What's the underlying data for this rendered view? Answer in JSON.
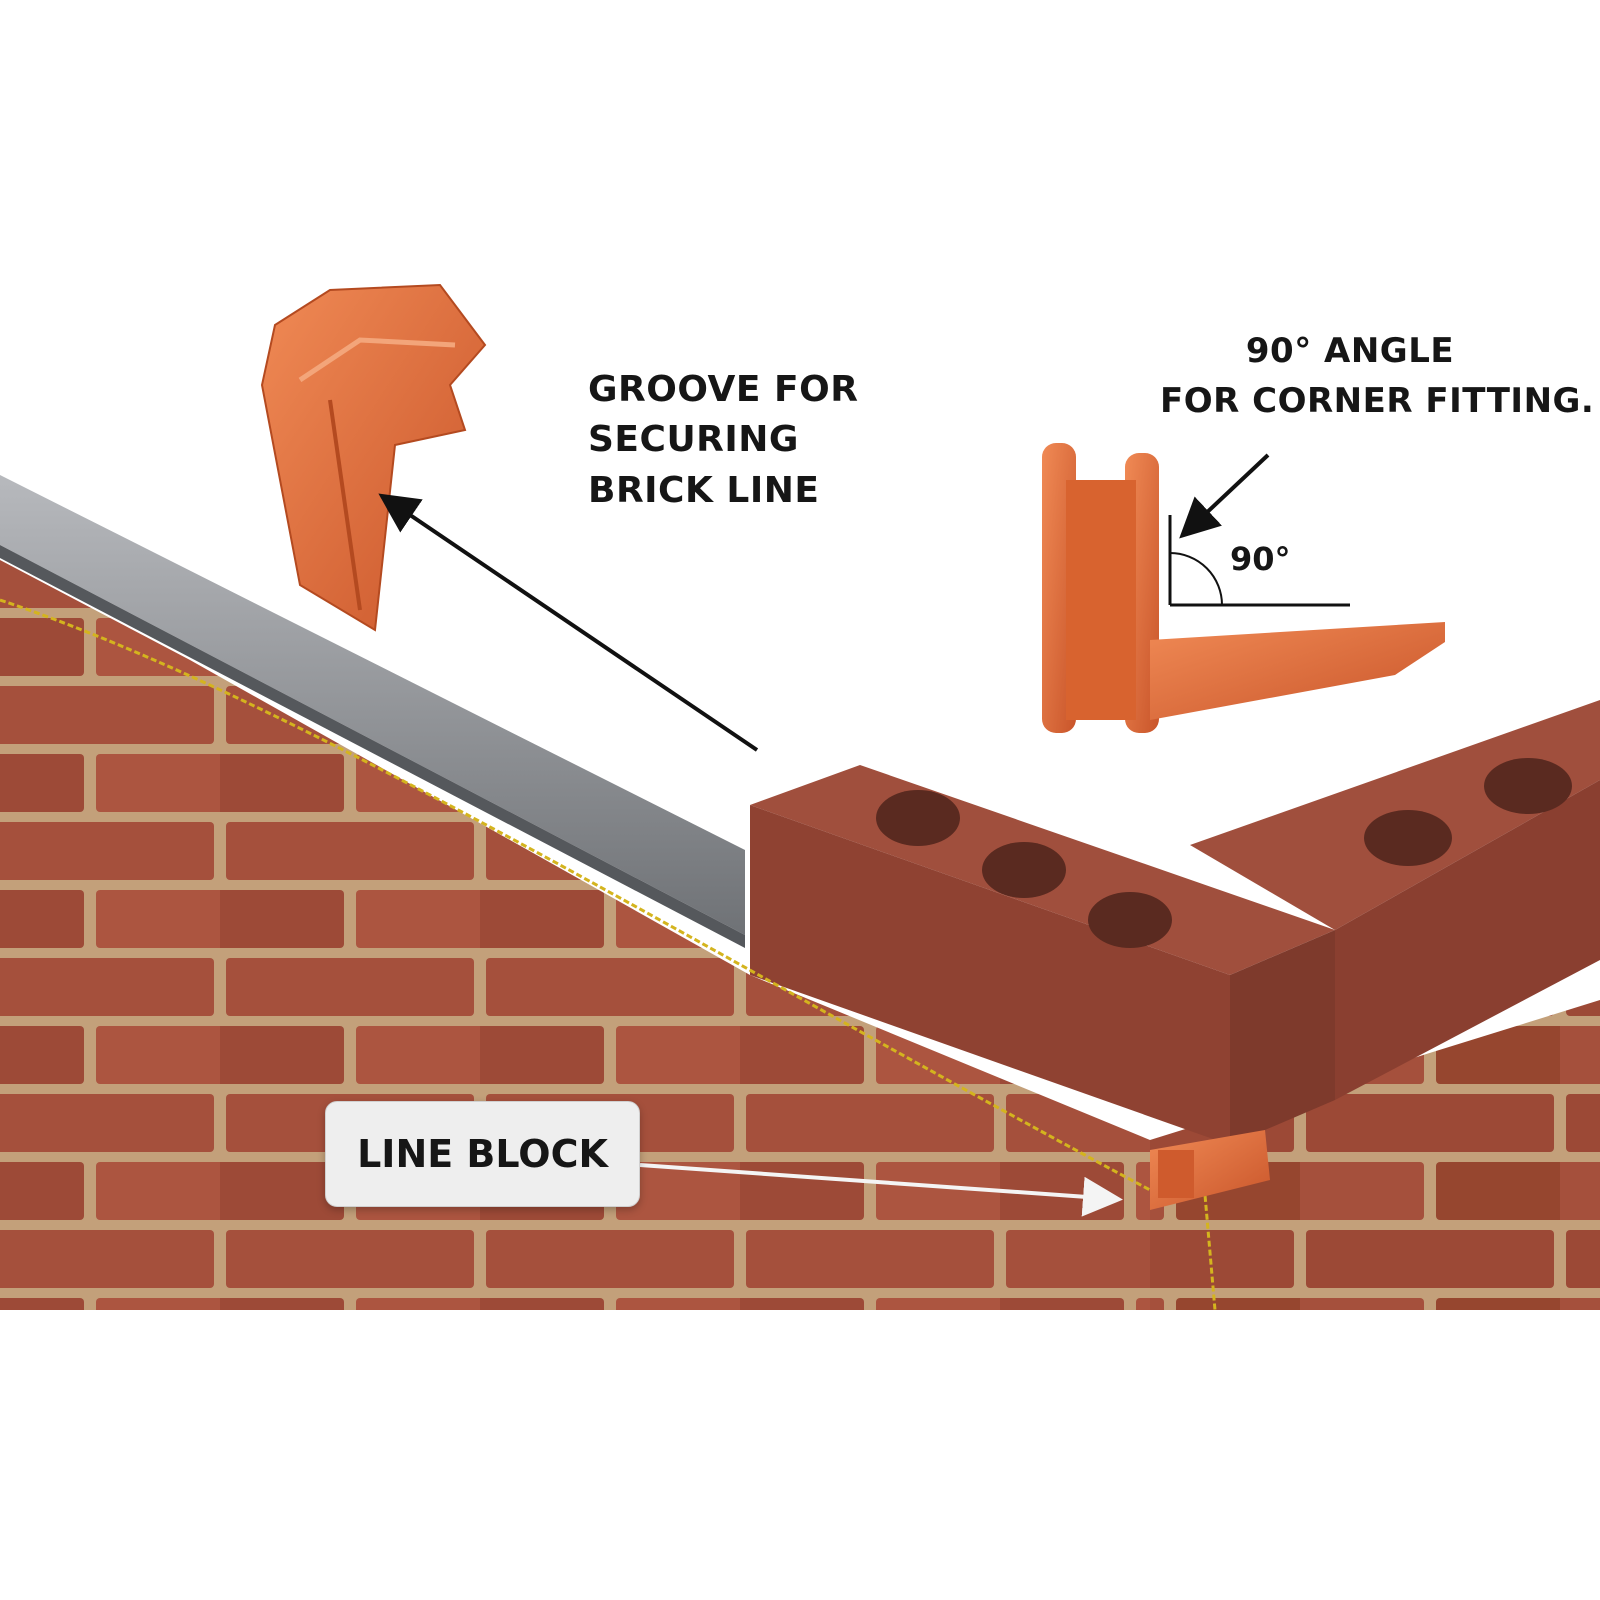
{
  "callouts": {
    "groove": [
      "GROOVE FOR",
      "SECURING",
      "BRICK LINE"
    ],
    "angle": [
      "90° ANGLE",
      "FOR CORNER FITTING."
    ],
    "angle_marker": "90°",
    "line_block": "LINE BLOCK"
  },
  "colors": {
    "background": "#ffffff",
    "brick": "#a8503d",
    "mortar": "#c4a078",
    "plastic_orange": "#e0683a",
    "steel": "#8a8d92",
    "string": "#d4b41e",
    "label_box": "#eeeeee"
  }
}
